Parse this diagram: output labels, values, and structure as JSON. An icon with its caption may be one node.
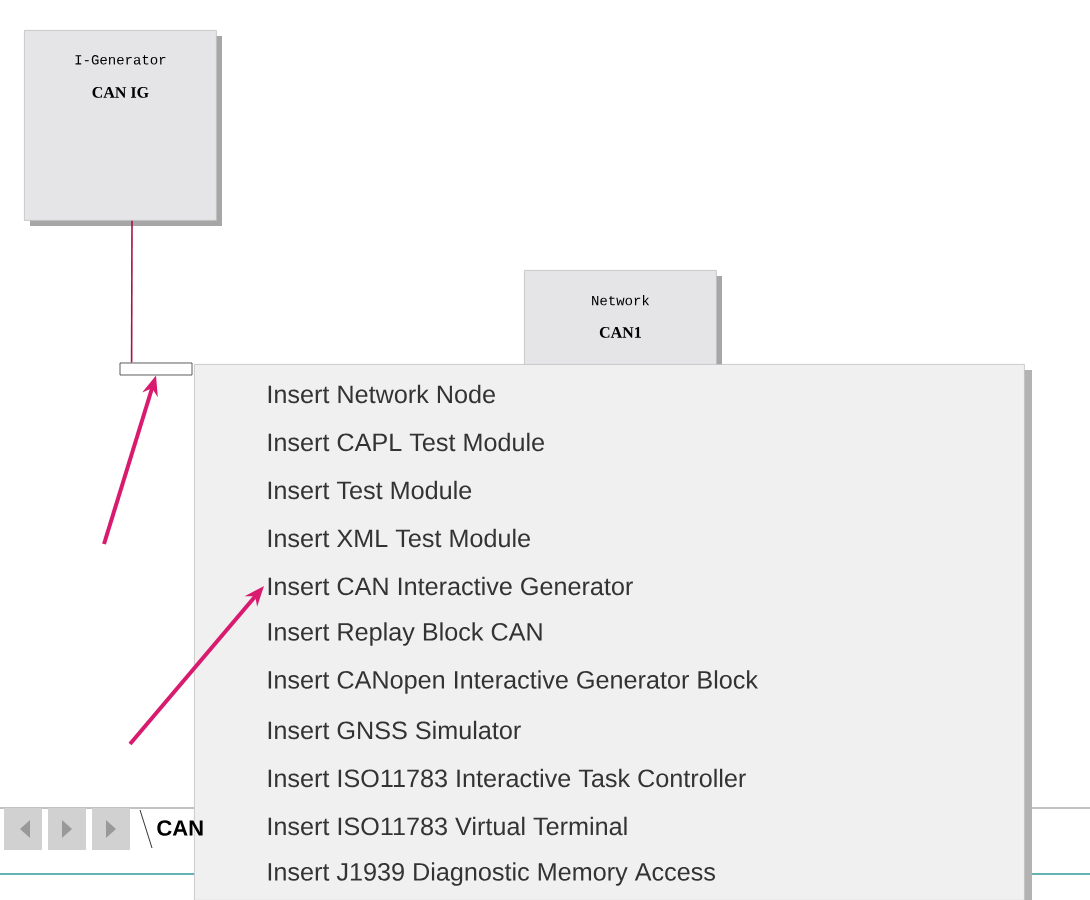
{
  "diagram": {
    "nodes": [
      {
        "text": [
          "I-Generator",
          "CAN IG"
        ]
      },
      {
        "text": [
          "Network",
          "CAN1"
        ]
      },
      {
        "text": [],
        "shape": "box"
      },
      {
        "text": [],
        "shape": "box"
      },
      {
        "text": [
          "Insert Network Node"
        ],
        "in": 3
      },
      {
        "text": [
          "Insert CAPL Test Module"
        ],
        "in": 3
      },
      {
        "text": [
          "Insert Test Module"
        ],
        "in": 3
      },
      {
        "text": [
          "Insert XML Test Module"
        ],
        "in": 3
      },
      {
        "text": [
          "Insert CAN Interactive Generator"
        ],
        "in": 3
      },
      {
        "text": [
          "Insert Replay Block CAN"
        ],
        "in": 3
      },
      {
        "text": [
          "Insert CANopen Interactive Generator Block"
        ],
        "in": 3
      },
      {
        "text": [
          "Insert GNSS Simulator"
        ],
        "in": 3
      },
      {
        "text": [
          "Insert ISO11783 Interactive Task Controller"
        ],
        "in": 3
      },
      {
        "text": [
          "Insert ISO11783 Virtual Terminal"
        ],
        "in": 3
      },
      {
        "text": [
          "Insert J1939 Diagnostic Memory Access"
        ],
        "in": 3
      }
    ],
    "edges": [
      {
        "from": 0,
        "to": 2,
        "arrow": "none",
        "color": "#a8124a"
      },
      {
        "from": null,
        "to": 2,
        "arrow": "to"
      },
      {
        "from": null,
        "to": 8,
        "arrow": "to"
      }
    ],
    "labels": [
      "CAN"
    ]
  }
}
